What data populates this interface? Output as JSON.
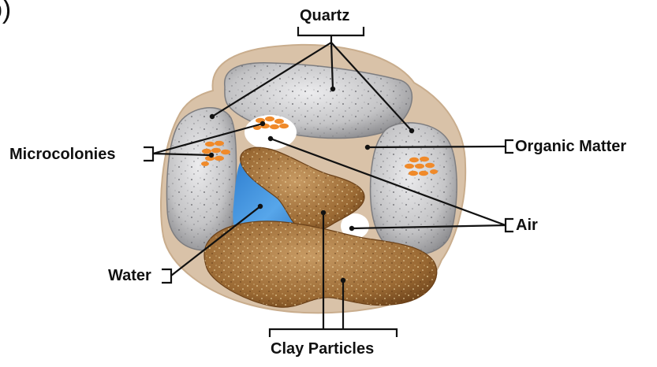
{
  "figure": {
    "panel_letter": "b)",
    "labels": {
      "quartz": "Quartz",
      "microcolonies": "Microcolonies",
      "organic_matter": "Organic Matter",
      "air": "Air",
      "water": "Water",
      "clay_particles": "Clay Particles"
    }
  },
  "colors": {
    "organic_matter": "#d9c2a8",
    "quartz": "#b9b9bb",
    "clay": "#8a5a28",
    "water": "#3b8fd8",
    "microcolonies": "#f08a2a",
    "lines": "#111111"
  },
  "icons": [
    "quartz-grain",
    "clay-particle",
    "water-pocket",
    "air-pocket",
    "microcolony-cluster"
  ]
}
